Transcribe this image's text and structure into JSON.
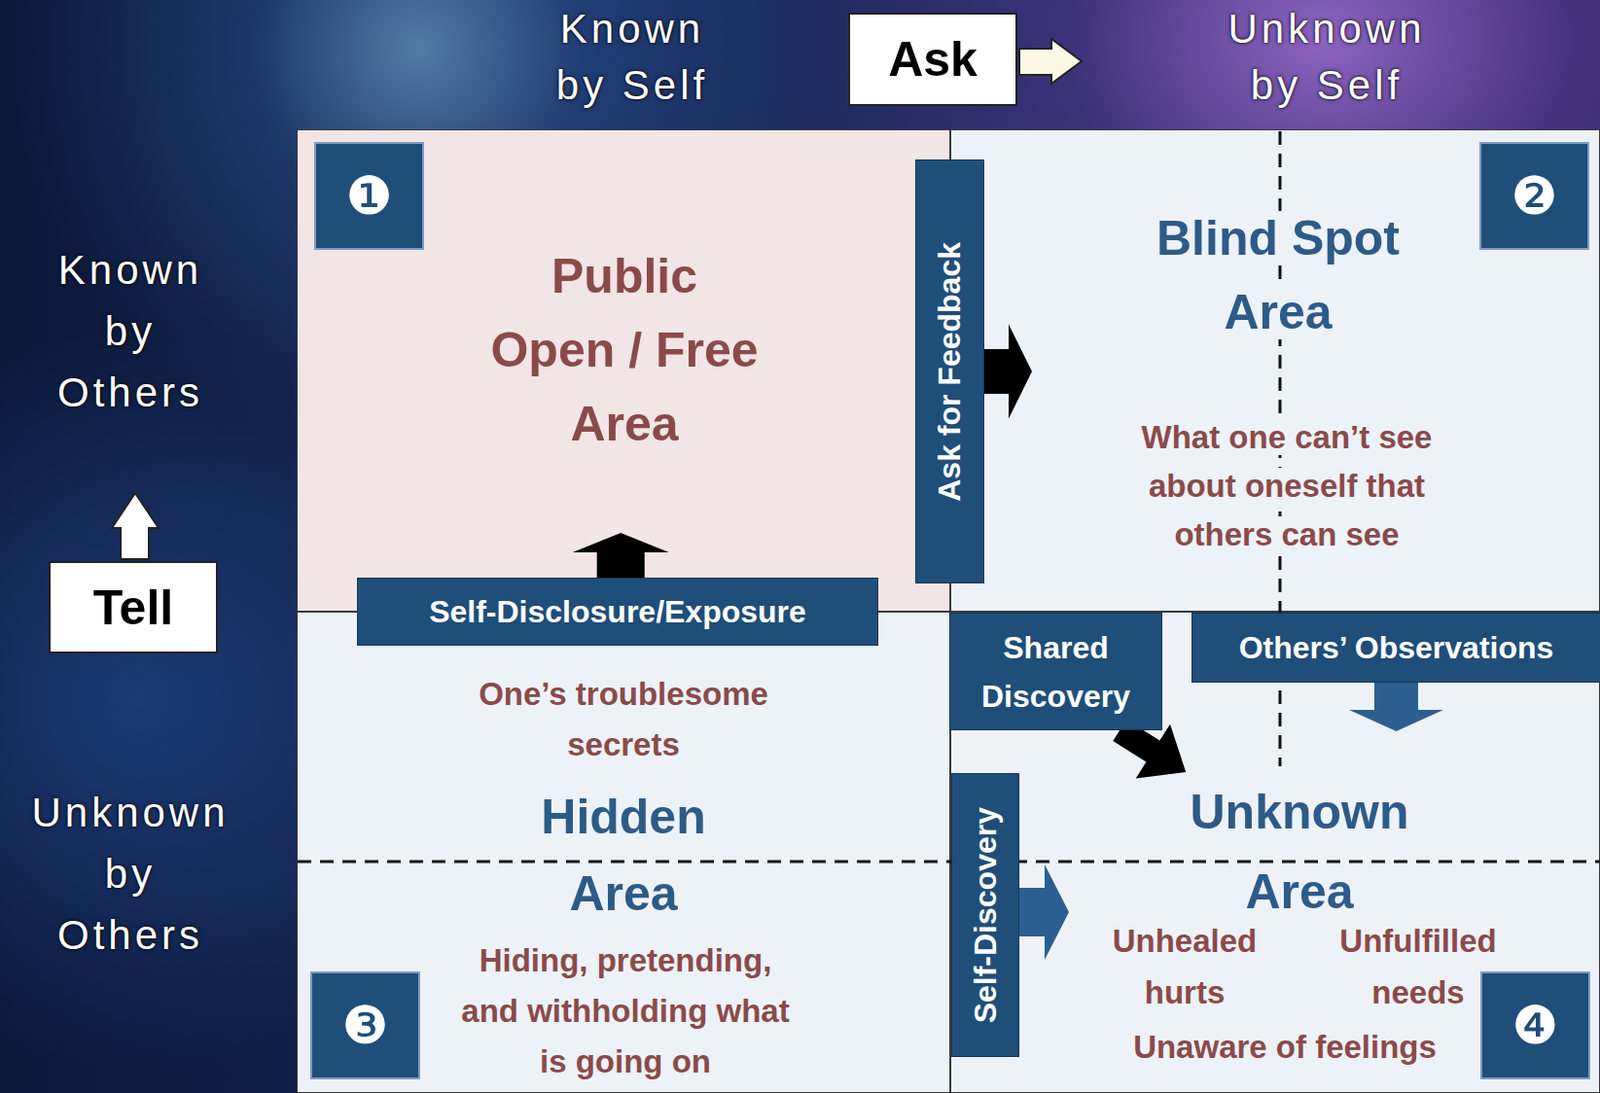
{
  "diagram": {
    "nodes": [
      {
        "text": [
          "Ask"
        ]
      },
      {
        "text": [
          "Tell"
        ]
      },
      {
        "text": [
          "Public Open / Free Area"
        ]
      },
      {
        "text": [
          "❶"
        ],
        "in": 2
      },
      {
        "text": [
          "Ask for Feedback"
        ]
      },
      {
        "text": [
          "Blind Spot Area",
          "What one can’t see about oneself that others can see"
        ]
      },
      {
        "text": [
          "❷"
        ],
        "in": 5
      },
      {
        "text": [
          "Self-Disclosure/Exposure"
        ]
      },
      {
        "text": [
          "One’s troublesome secrets",
          "Hidden Area",
          "Hiding, pretending, and withholding what is going on"
        ]
      },
      {
        "text": [
          "❸"
        ],
        "in": 8
      },
      {
        "text": [
          "Unknown Area",
          "Unhealed hurts",
          "Unfulfilled needs",
          "Unaware of feelings"
        ]
      },
      {
        "text": [
          "Shared Discovery"
        ],
        "in": 10
      },
      {
        "text": [
          "Others’ Observations"
        ],
        "in": 10
      },
      {
        "text": [
          "Self-Discovery"
        ],
        "in": 10
      },
      {
        "text": [
          "❹"
        ],
        "in": 10
      }
    ],
    "edges": [
      {
        "from": 4,
        "to": 5,
        "arrow": "to"
      },
      {
        "from": 7,
        "to": 2,
        "arrow": "to"
      },
      {
        "from": 11,
        "to": 10,
        "arrow": "to"
      },
      {
        "from": 12,
        "to": 10,
        "arrow": "to"
      },
      {
        "from": 13,
        "to": 10,
        "arrow": "to"
      }
    ],
    "labels": [
      "Known by Self",
      "Unknown by Self",
      "Known by Others",
      "Unknown by Others"
    ]
  }
}
